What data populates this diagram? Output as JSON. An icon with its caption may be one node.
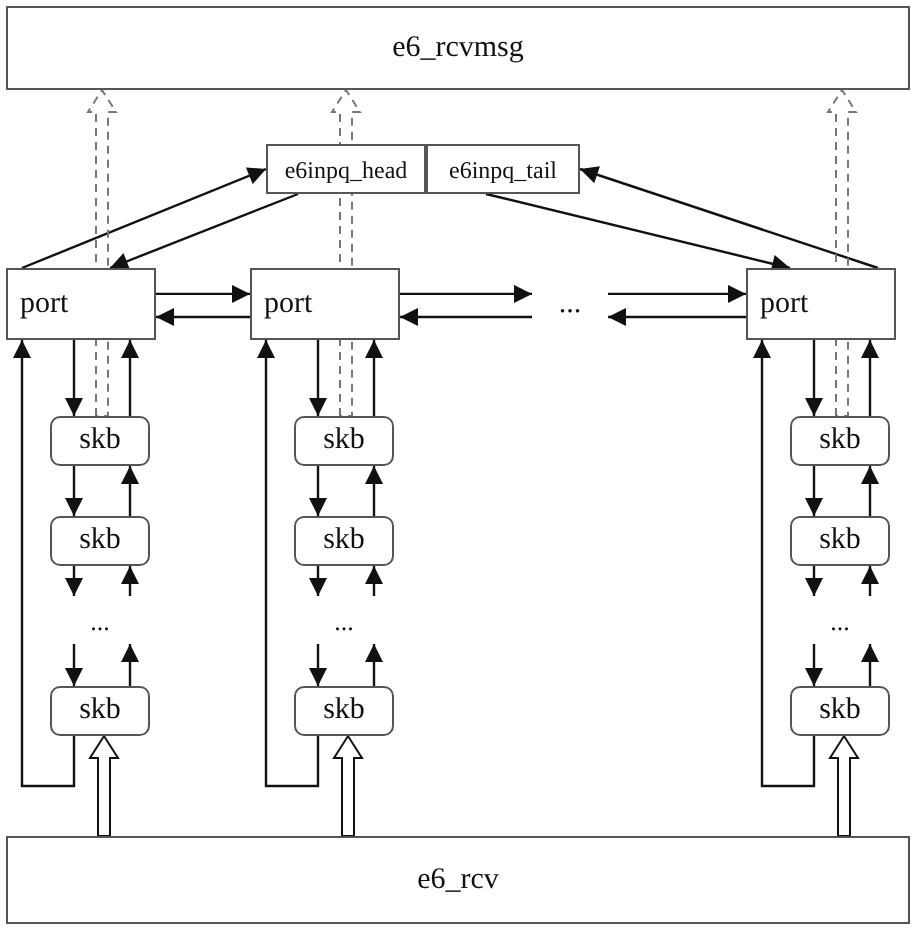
{
  "diagram": {
    "nodes": [
      {
        "text": [
          "e6_rcvmsg"
        ]
      },
      {
        "text": [
          "e6inpq_head"
        ]
      },
      {
        "text": [
          "e6inpq_tail"
        ]
      },
      {
        "text": [
          "port"
        ]
      },
      {
        "text": [
          "port"
        ]
      },
      {
        "text": [
          "..."
        ]
      },
      {
        "text": [
          "port"
        ]
      },
      {
        "text": [
          "skb"
        ]
      },
      {
        "text": [
          "skb"
        ]
      },
      {
        "text": [
          "..."
        ]
      },
      {
        "text": [
          "skb"
        ]
      },
      {
        "text": [
          "skb"
        ]
      },
      {
        "text": [
          "skb"
        ]
      },
      {
        "text": [
          "..."
        ]
      },
      {
        "text": [
          "skb"
        ]
      },
      {
        "text": [
          "skb"
        ]
      },
      {
        "text": [
          "skb"
        ]
      },
      {
        "text": [
          "..."
        ]
      },
      {
        "text": [
          "skb"
        ]
      },
      {
        "text": [
          "e6_rcv"
        ]
      }
    ],
    "edges": [
      {
        "from": 3,
        "to": 1,
        "arrow": "to"
      },
      {
        "from": 1,
        "to": 3,
        "arrow": "to"
      },
      {
        "from": 2,
        "to": 6,
        "arrow": "to"
      },
      {
        "from": 6,
        "to": 2,
        "arrow": "to"
      },
      {
        "from": 3,
        "to": 4,
        "arrow": "to"
      },
      {
        "from": 4,
        "to": 3,
        "arrow": "to"
      },
      {
        "from": 4,
        "to": 5,
        "arrow": "to"
      },
      {
        "from": 5,
        "to": 4,
        "arrow": "to"
      },
      {
        "from": 5,
        "to": 6,
        "arrow": "to"
      },
      {
        "from": 6,
        "to": 5,
        "arrow": "to"
      },
      {
        "from": 3,
        "to": 7,
        "arrow": "to"
      },
      {
        "from": 7,
        "to": 3,
        "arrow": "to"
      },
      {
        "from": 7,
        "to": 8,
        "arrow": "to"
      },
      {
        "from": 8,
        "to": 7,
        "arrow": "to"
      },
      {
        "from": 8,
        "to": 9,
        "arrow": "to"
      },
      {
        "from": 9,
        "to": 8,
        "arrow": "to"
      },
      {
        "from": 9,
        "to": 10,
        "arrow": "to"
      },
      {
        "from": 10,
        "to": 9,
        "arrow": "to"
      },
      {
        "from": 10,
        "to": 3,
        "arrow": "to"
      },
      {
        "from": 19,
        "to": 10,
        "arrow": "to",
        "style": "thick"
      },
      {
        "from": 7,
        "to": 0,
        "arrow": "to",
        "style": "dashed"
      },
      {
        "from": 4,
        "to": 11,
        "arrow": "to"
      },
      {
        "from": 11,
        "to": 4,
        "arrow": "to"
      },
      {
        "from": 11,
        "to": 12,
        "arrow": "to"
      },
      {
        "from": 12,
        "to": 11,
        "arrow": "to"
      },
      {
        "from": 12,
        "to": 13,
        "arrow": "to"
      },
      {
        "from": 13,
        "to": 12,
        "arrow": "to"
      },
      {
        "from": 13,
        "to": 14,
        "arrow": "to"
      },
      {
        "from": 14,
        "to": 13,
        "arrow": "to"
      },
      {
        "from": 14,
        "to": 4,
        "arrow": "to"
      },
      {
        "from": 19,
        "to": 14,
        "arrow": "to",
        "style": "thick"
      },
      {
        "from": 11,
        "to": 0,
        "arrow": "to",
        "style": "dashed"
      },
      {
        "from": 6,
        "to": 15,
        "arrow": "to"
      },
      {
        "from": 15,
        "to": 6,
        "arrow": "to"
      },
      {
        "from": 15,
        "to": 16,
        "arrow": "to"
      },
      {
        "from": 16,
        "to": 15,
        "arrow": "to"
      },
      {
        "from": 16,
        "to": 17,
        "arrow": "to"
      },
      {
        "from": 17,
        "to": 16,
        "arrow": "to"
      },
      {
        "from": 17,
        "to": 18,
        "arrow": "to"
      },
      {
        "from": 18,
        "to": 17,
        "arrow": "to"
      },
      {
        "from": 18,
        "to": 6,
        "arrow": "to"
      },
      {
        "from": 19,
        "to": 18,
        "arrow": "to",
        "style": "thick"
      },
      {
        "from": 15,
        "to": 0,
        "arrow": "to",
        "style": "dashed"
      }
    ]
  }
}
